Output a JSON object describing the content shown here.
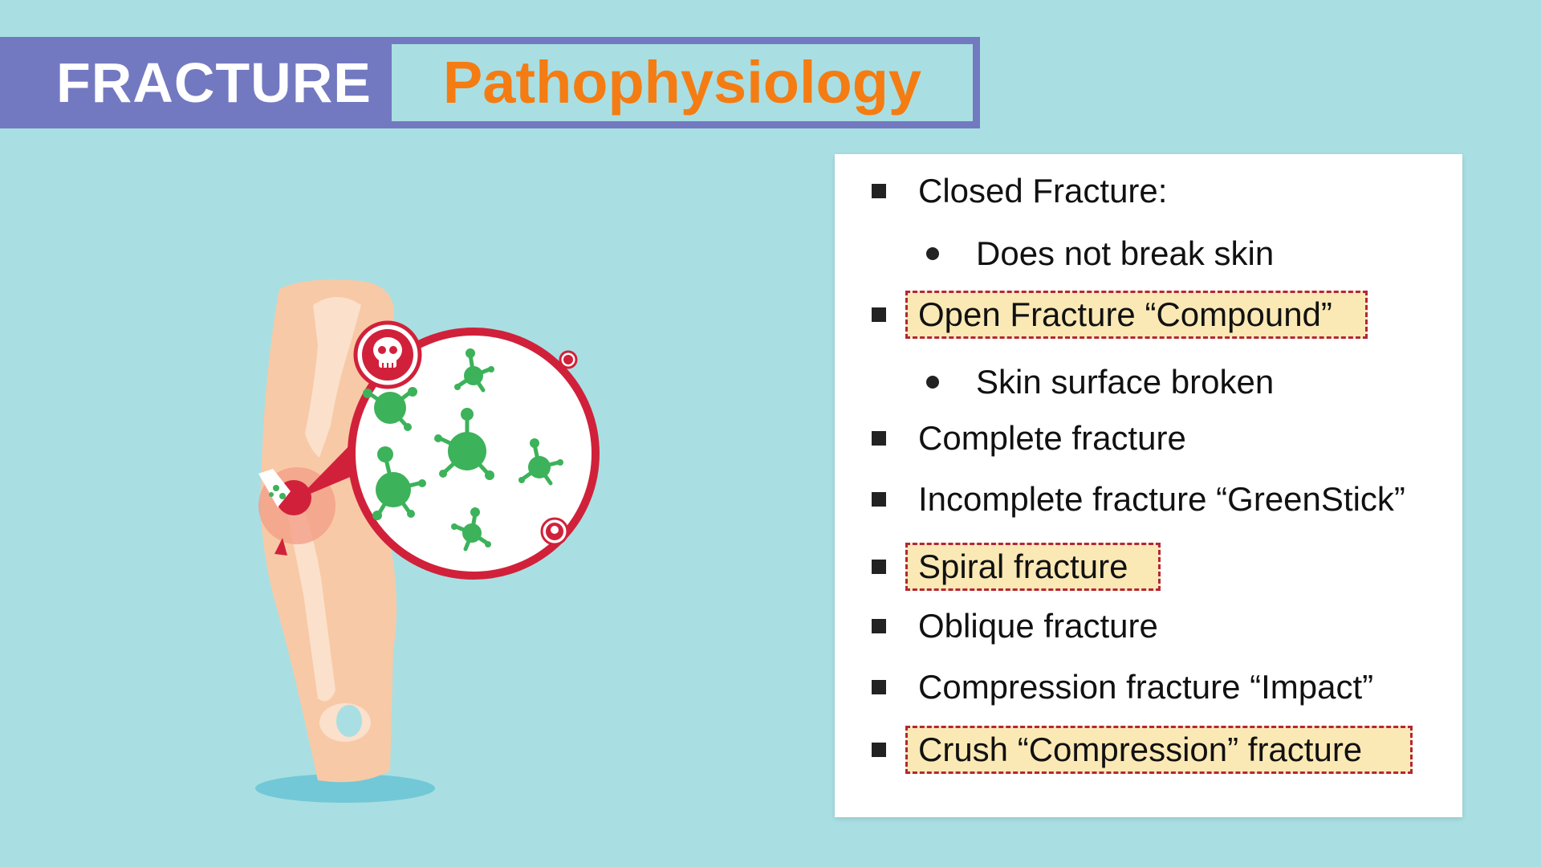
{
  "header": {
    "topic": "FRACTURE",
    "subtitle": "Pathophysiology"
  },
  "colors": {
    "background": "#a9dfe2",
    "header_band": "#7379c0",
    "subtitle_text": "#f47c13",
    "highlight_fill": "#fbe9b5",
    "highlight_border": "#b3263a",
    "germ_green": "#3cb25a",
    "danger_red": "#d1213a"
  },
  "illustration": {
    "icons": [
      "leg-icon",
      "magnifier-circle-icon",
      "germ-icon",
      "skull-icon"
    ]
  },
  "list": {
    "items": [
      {
        "text": "Closed Fracture:",
        "level": 1,
        "highlighted": false
      },
      {
        "text": "Does not break skin",
        "level": 2,
        "highlighted": false
      },
      {
        "text": "Open Fracture “Compound”",
        "level": 1,
        "highlighted": true
      },
      {
        "text": "Skin surface broken",
        "level": 2,
        "highlighted": false
      },
      {
        "text": "Complete fracture",
        "level": 1,
        "highlighted": false
      },
      {
        "text": "Incomplete fracture “GreenStick”",
        "level": 1,
        "highlighted": false
      },
      {
        "text": "Spiral fracture",
        "level": 1,
        "highlighted": true
      },
      {
        "text": "Oblique fracture",
        "level": 1,
        "highlighted": false
      },
      {
        "text": "Compression fracture “Impact”",
        "level": 1,
        "highlighted": false
      },
      {
        "text": "Crush “Compression” fracture",
        "level": 1,
        "highlighted": true
      }
    ]
  }
}
